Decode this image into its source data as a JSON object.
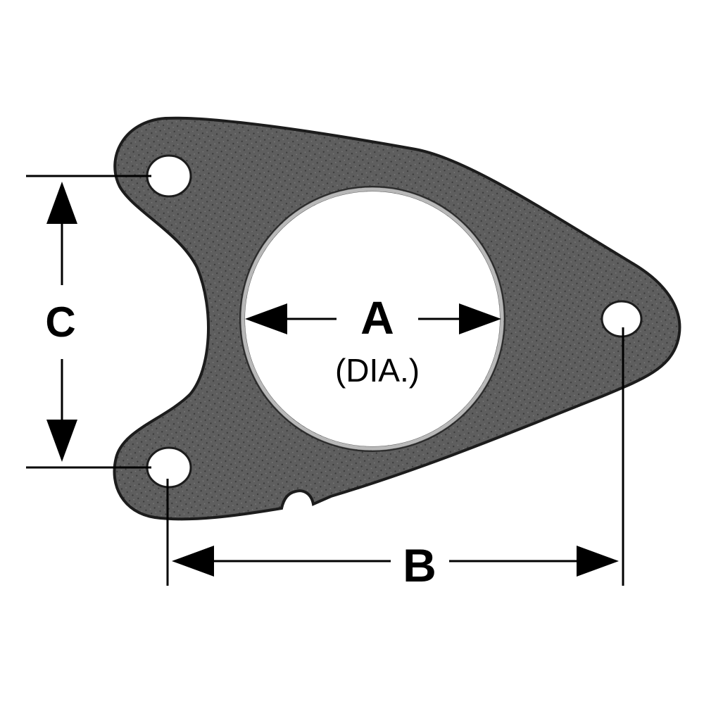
{
  "diagram": {
    "labels": {
      "a": "A",
      "a_note": "(DIA.)",
      "b": "B",
      "c": "C"
    },
    "colors": {
      "gasket_fill": "#5e5e5e",
      "gasket_edge": "#1c1c1c",
      "gasket_texture": "#3a3a3a",
      "line": "#000000",
      "background": "#ffffff"
    }
  }
}
